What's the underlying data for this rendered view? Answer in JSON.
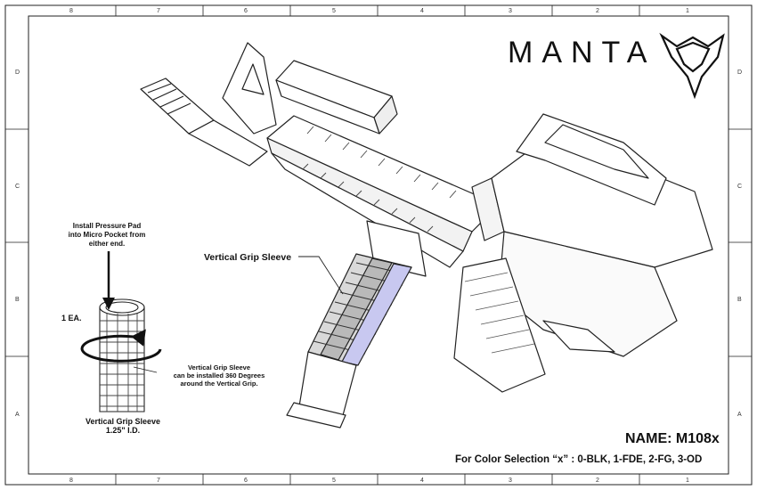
{
  "brand": {
    "name": "MANTA"
  },
  "frame": {
    "top_ticks": [
      "8",
      "7",
      "6",
      "5",
      "4",
      "3",
      "2",
      "1"
    ],
    "bottom_ticks": [
      "8",
      "7",
      "6",
      "5",
      "4",
      "3",
      "2",
      "1"
    ],
    "left_ticks": [
      "D",
      "C",
      "B",
      "A"
    ],
    "right_ticks": [
      "D",
      "C",
      "B",
      "A"
    ]
  },
  "title_block": {
    "name": "NAME: M108x",
    "color_note": "For Color Selection “x” : 0-BLK, 1-FDE, 2-FG, 3-OD"
  },
  "annotations": {
    "callout_sleeve": "Vertical Grip Sleeve",
    "install_line1": "Install Pressure Pad",
    "install_line2": "into Micro Pocket from",
    "install_line3": "either end.",
    "quantity": "1 EA.",
    "rotate_line1": "Vertical Grip Sleeve",
    "rotate_line2": "can be installed 360 Degrees",
    "rotate_line3": "around the Vertical Grip.",
    "sleeve_name": "Vertical Grip Sleeve",
    "sleeve_id": "1.25\" I.D."
  },
  "icons": [
    "manta-logo-icon",
    "rifle-illustration",
    "grip-sleeve-illustration",
    "rotation-arrow-icon",
    "down-arrow-icon"
  ]
}
